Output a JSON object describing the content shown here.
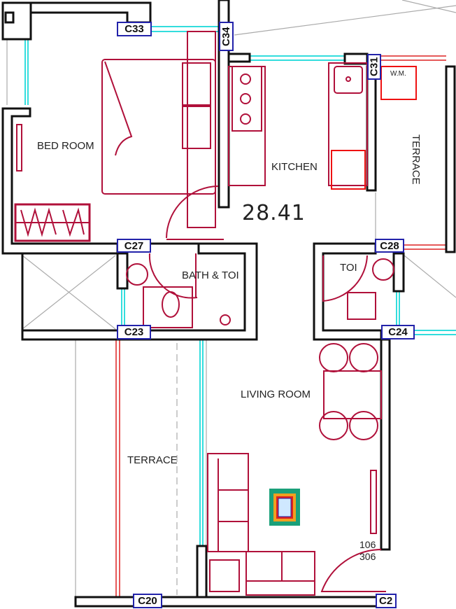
{
  "rooms": {
    "bedroom": "BED ROOM",
    "kitchen": "KITCHEN",
    "terrace_right": "TERRACE",
    "washing_machine": "W.M.",
    "bath_toilet": "BATH & TOI",
    "toilet": "TOI",
    "living_room": "LIVING ROOM",
    "terrace_left": "TERRACE"
  },
  "area": "28.41",
  "door_tag": {
    "line1": "106",
    "line2": "306"
  },
  "columns": {
    "c33": "C33",
    "c34": "C34",
    "c31": "C31",
    "c27": "C27",
    "c28": "C28",
    "c23": "C23",
    "c24": "C24",
    "c20": "C20",
    "c2x": "C2"
  },
  "colors": {
    "wall": "#111111",
    "furniture": "#b0103a",
    "window": "#33dddd",
    "column_border": "#2222aa"
  }
}
